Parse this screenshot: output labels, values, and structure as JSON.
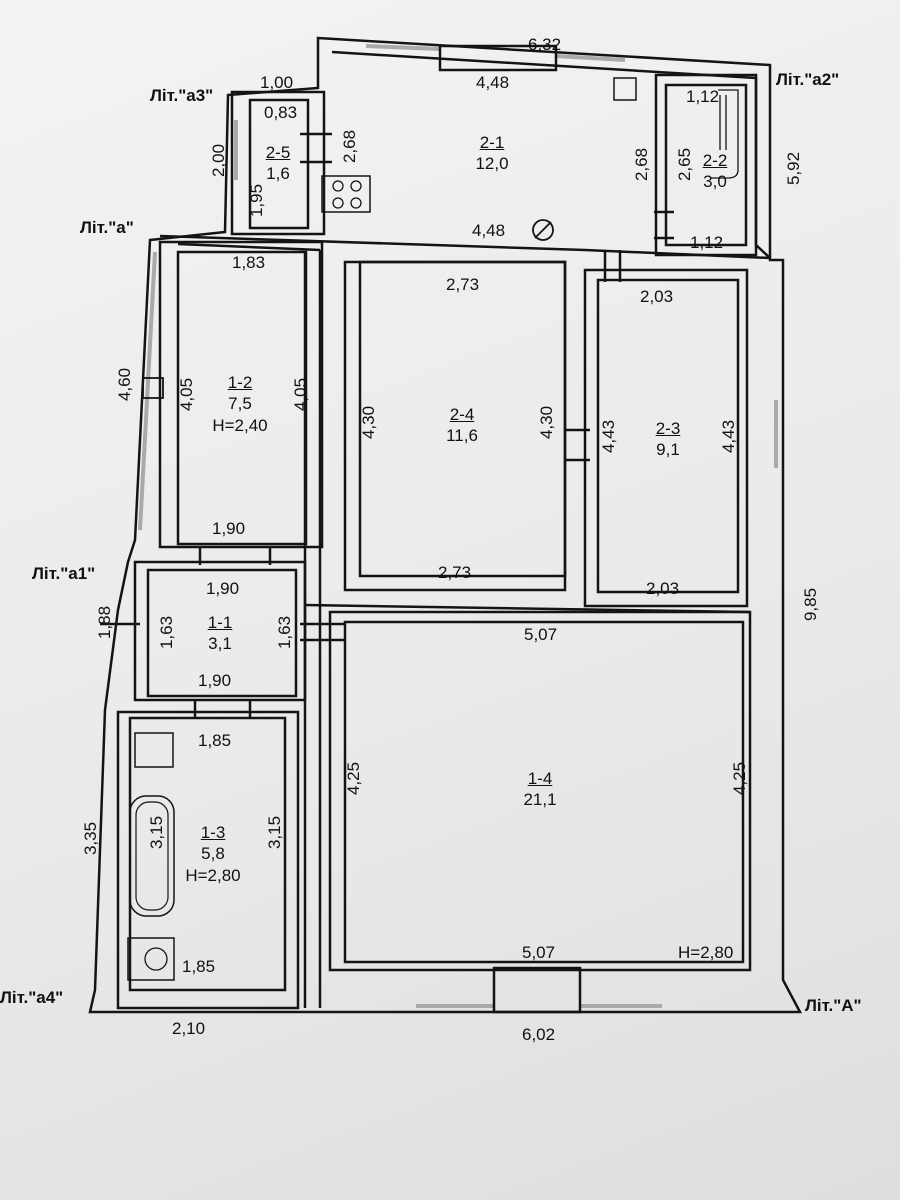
{
  "colors": {
    "wall": "#141414",
    "paper": "#f1f1ef",
    "window": "#cfcfcf"
  },
  "labels": {
    "lit_a3": "Літ.\"а3\"",
    "lit_a": "Літ.\"а\"",
    "lit_a1": "Літ.\"а1\"",
    "lit_a2": "Літ.\"а2\"",
    "lit_a4": "Літ.\"а4\"",
    "lit_A": "Літ.\"А\""
  },
  "rooms": {
    "r2_1": {
      "id": "2-1",
      "area": "12,0"
    },
    "r2_2": {
      "id": "2-2",
      "area": "3,0"
    },
    "r2_5": {
      "id": "2-5",
      "area": "1,6"
    },
    "r1_2": {
      "id": "1-2",
      "area": "7,5",
      "height": "H=2,40"
    },
    "r2_4": {
      "id": "2-4",
      "area": "11,6"
    },
    "r2_3": {
      "id": "2-3",
      "area": "9,1"
    },
    "r1_1": {
      "id": "1-1",
      "area": "3,1"
    },
    "r1_3": {
      "id": "1-3",
      "area": "5,8",
      "height": "H=2,80"
    },
    "r1_4": {
      "id": "1-4",
      "area": "21,1",
      "height": "H=2,80"
    }
  },
  "dims": {
    "d632": "6,32",
    "d448t": "4,48",
    "d100": "1,00",
    "d083": "0,83",
    "d268a": "2,68",
    "d200": "2,00",
    "d195": "1,95",
    "d268b": "2,68",
    "d265": "2,65",
    "d112t": "1,12",
    "d112b": "1,12",
    "d592": "5,92",
    "d448b": "4,48",
    "d183": "1,83",
    "d273t": "2,73",
    "d203t": "2,03",
    "d460": "4,60",
    "d405a": "4,05",
    "d405b": "4,05",
    "d430a": "4,30",
    "d430b": "4,30",
    "d443a": "4,43",
    "d443b": "4,43",
    "d190a": "1,90",
    "d273b": "2,73",
    "d203b": "2,03",
    "d190b": "1,90",
    "d985": "9,85",
    "d188": "1,88",
    "d163a": "1,63",
    "d163b": "1,63",
    "d507t": "5,07",
    "d190c": "1,90",
    "d185a": "1,85",
    "d425a": "4,25",
    "d425b": "4,25",
    "d335": "3,35",
    "d315a": "3,15",
    "d315b": "3,15",
    "d507b": "5,07",
    "d185b": "1,85",
    "d210": "2,10",
    "d602": "6,02"
  }
}
